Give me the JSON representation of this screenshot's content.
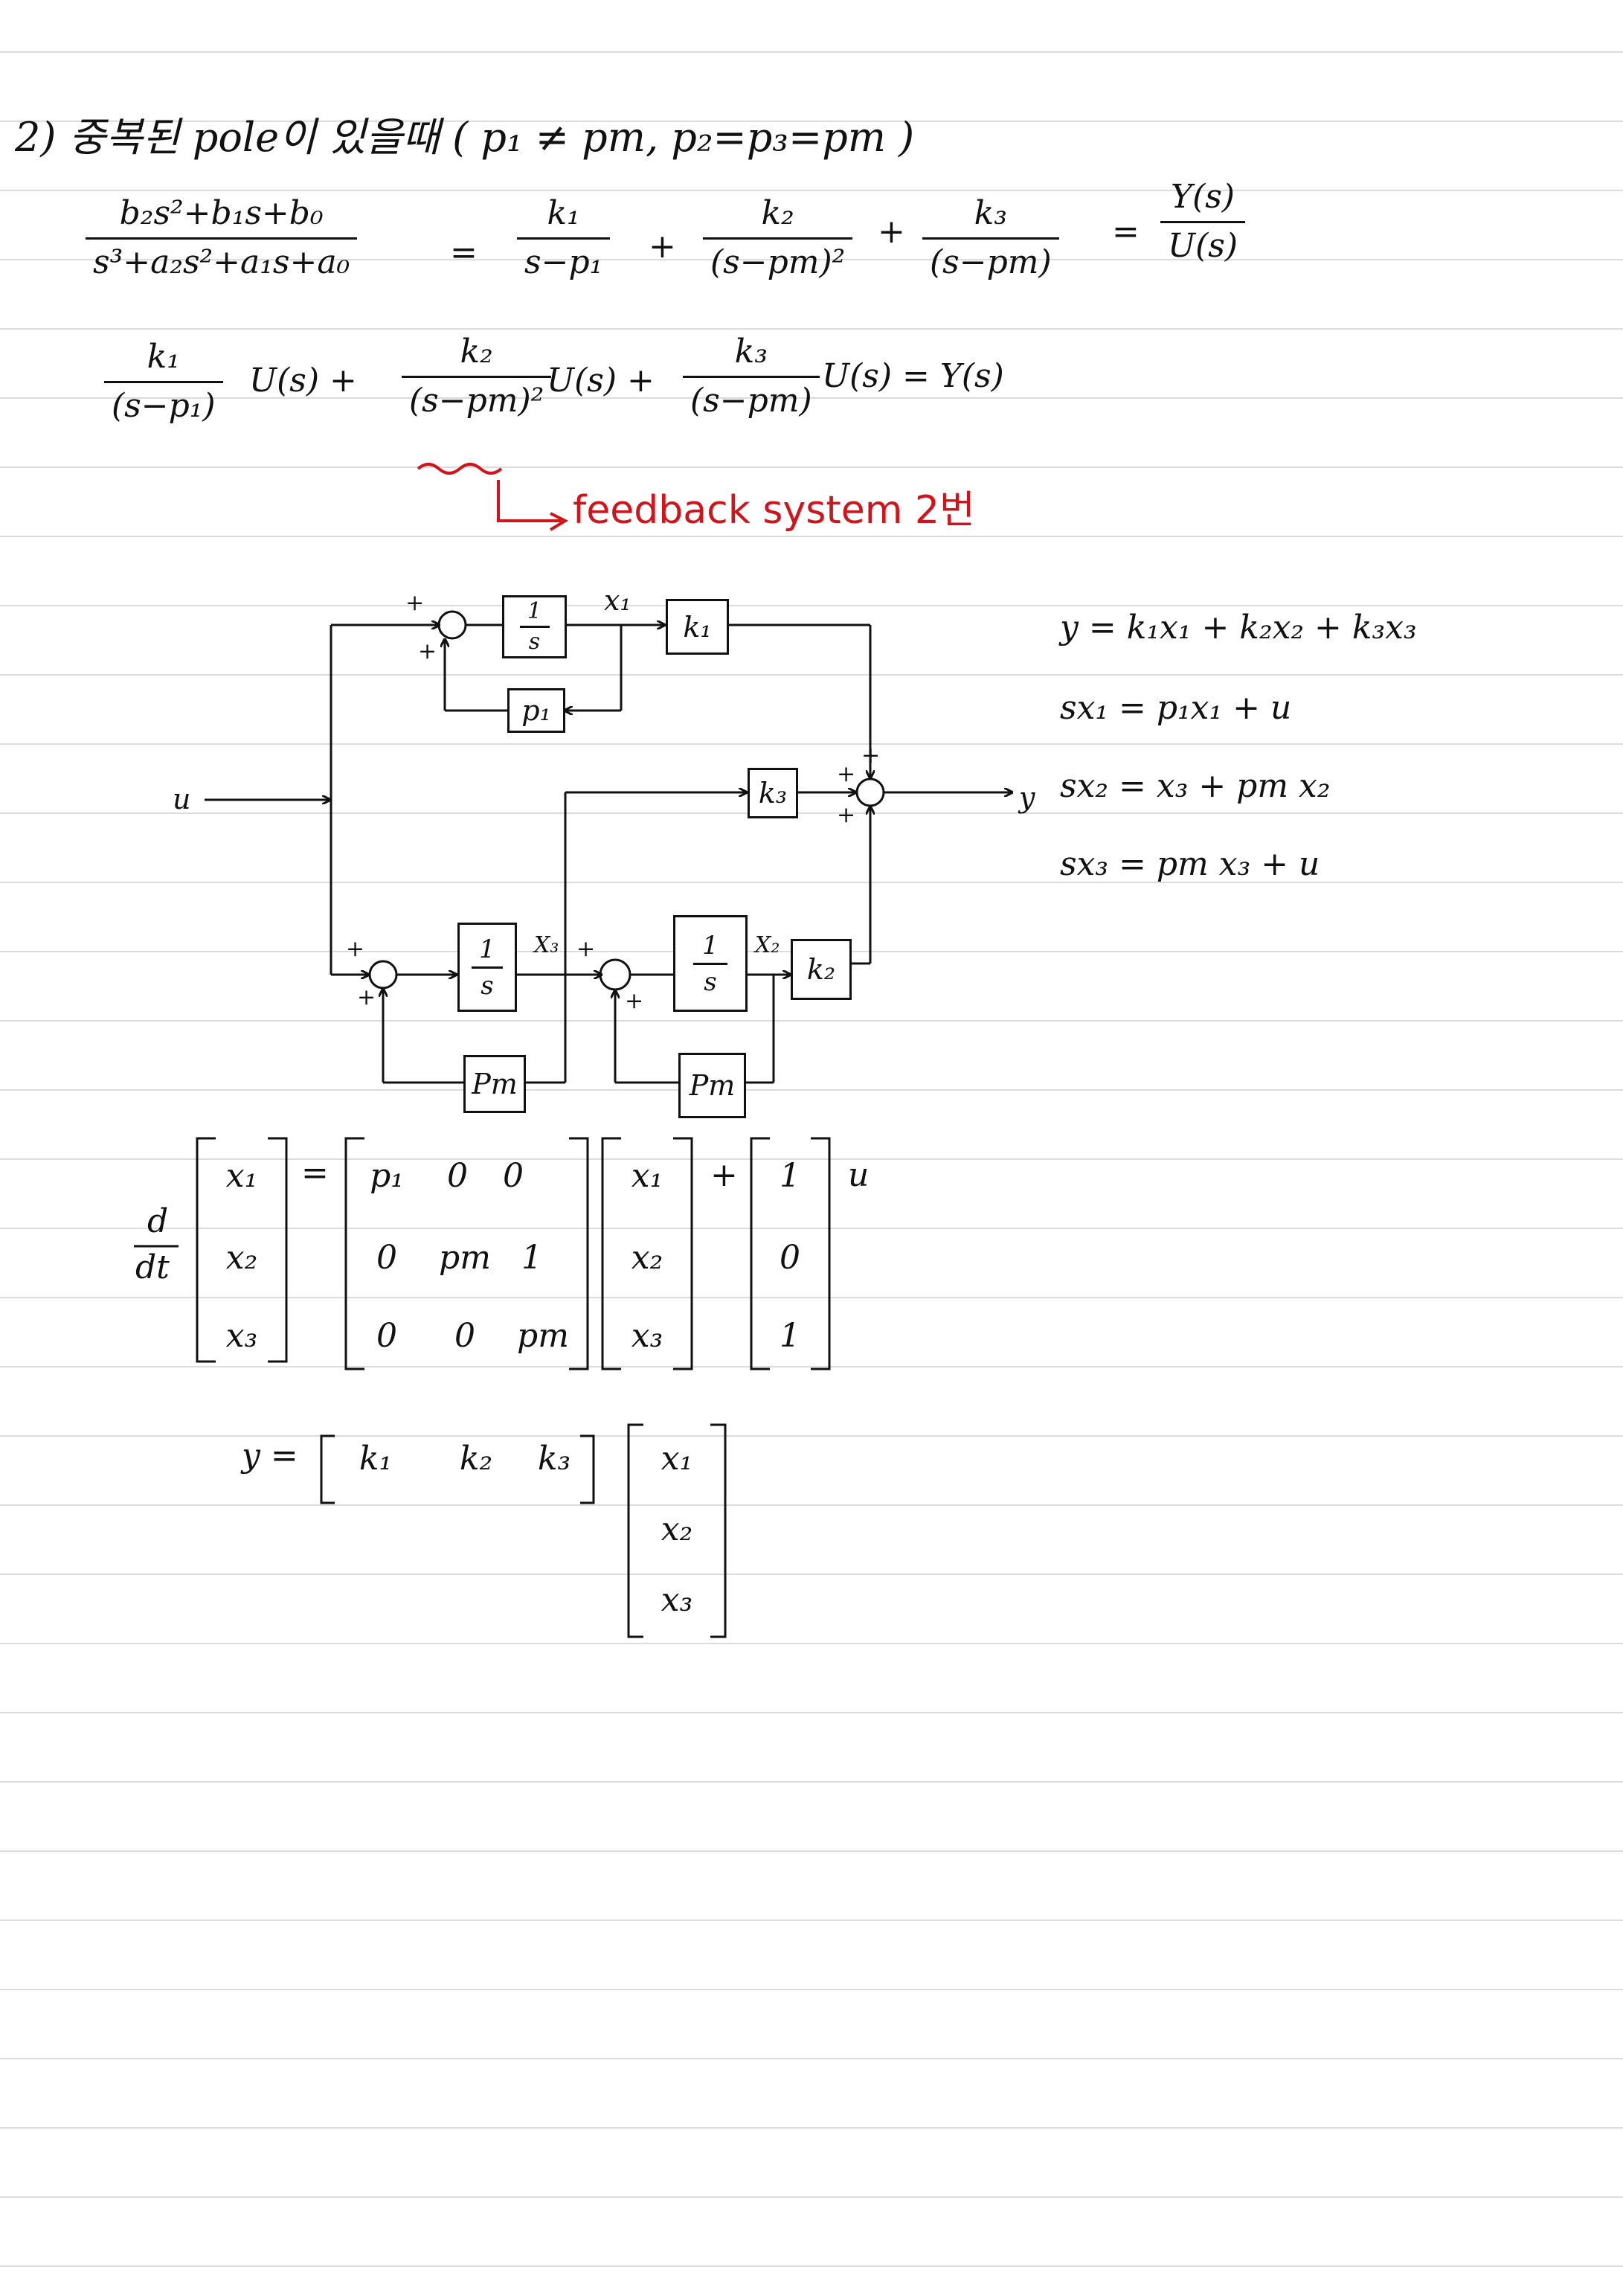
{
  "heading": "2) 중복된 pole이 있을때 ( p₁ ≠ pm, p₂=p₃=pm )",
  "tf": {
    "lhs_num": "b₂s²+b₁s+b₀",
    "lhs_den": "s³+a₂s²+a₁s+a₀",
    "eq": "=",
    "t1_num": "k₁",
    "t1_den": "s−p₁",
    "plus": "+",
    "t2_num": "k₂",
    "t2_den": "(s−pm)²",
    "t3_num": "k₃",
    "t3_den": "(s−pm)",
    "rhs_num": "Y(s)",
    "rhs_den": "U(s)"
  },
  "expansion": {
    "f1_num": "k₁",
    "f1_den": "(s−p₁)",
    "u1": "U(s) +",
    "f2_num": "k₂",
    "f2_den": "(s−pm)²",
    "u2": "U(s) +",
    "f3_num": "k₃",
    "f3_den": "(s−pm)",
    "u3": "U(s) = Y(s)"
  },
  "annotation": "feedback system 2번",
  "diagram": {
    "integrator_num": "1",
    "integrator_den": "s",
    "k1": "k₁",
    "k2": "k₂",
    "k3": "k₃",
    "p1": "p₁",
    "pm": "Pm",
    "input": "u",
    "output": "y",
    "x1": "x₁",
    "x2": "X₂",
    "x3": "X₃",
    "plus": "+"
  },
  "state_eqs": [
    "y = k₁x₁ + k₂x₂ + k₃x₃",
    "sx₁ = p₁x₁ + u",
    "sx₂ = x₃ + pm x₂",
    "sx₃ = pm x₃ + u"
  ],
  "matrix_eq": {
    "ddt": "d",
    "dt": "dt",
    "x": [
      "x₁",
      "x₂",
      "x₃"
    ],
    "eq": "=",
    "A": [
      [
        "p₁",
        "0",
        "0"
      ],
      [
        "0",
        "pm",
        "1"
      ],
      [
        "0",
        "0",
        "pm"
      ]
    ],
    "plus": "+",
    "B": [
      "1",
      "0",
      "1"
    ],
    "u": "u"
  },
  "output_eq": {
    "y": "y =",
    "C": [
      "k₁",
      "k₂",
      "k₃"
    ],
    "x": [
      "x₁",
      "x₂",
      "x₃"
    ]
  }
}
